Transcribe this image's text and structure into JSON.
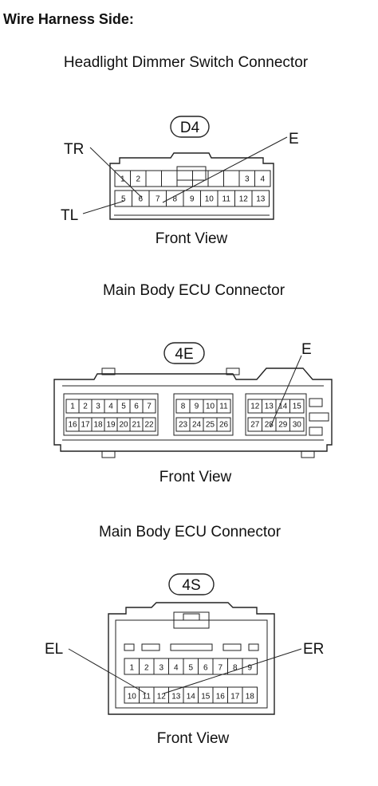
{
  "header": {
    "title": "Wire Harness Side:"
  },
  "connectors": [
    {
      "id": "d4",
      "title": "Headlight Dimmer Switch Connector",
      "code": "D4",
      "view_label": "Front View",
      "pins_top": [
        "1",
        "2",
        "",
        "",
        "",
        "",
        "",
        "",
        "3",
        "4"
      ],
      "pins_bottom": [
        "5",
        "6",
        "7",
        "8",
        "9",
        "10",
        "11",
        "12",
        "13"
      ],
      "callouts": [
        "TR",
        "TL",
        "E"
      ]
    },
    {
      "id": "4e",
      "title": "Main Body ECU Connector",
      "code": "4E",
      "view_label": "Front View",
      "group_a_top": [
        "1",
        "2",
        "3",
        "4",
        "5",
        "6",
        "7"
      ],
      "group_a_bottom": [
        "16",
        "17",
        "18",
        "19",
        "20",
        "21",
        "22"
      ],
      "group_b_top": [
        "8",
        "9",
        "10",
        "11"
      ],
      "group_b_bottom": [
        "23",
        "24",
        "25",
        "26"
      ],
      "group_c_top": [
        "12",
        "13",
        "14",
        "15"
      ],
      "group_c_bottom": [
        "27",
        "28",
        "29",
        "30"
      ],
      "callouts": [
        "E"
      ]
    },
    {
      "id": "4s",
      "title": "Main Body ECU Connector",
      "code": "4S",
      "view_label": "Front View",
      "pins_top": [
        "1",
        "2",
        "3",
        "4",
        "5",
        "6",
        "7",
        "8",
        "9"
      ],
      "pins_bottom": [
        "10",
        "11",
        "12",
        "13",
        "14",
        "15",
        "16",
        "17",
        "18"
      ],
      "callouts": [
        "EL",
        "ER"
      ]
    }
  ]
}
